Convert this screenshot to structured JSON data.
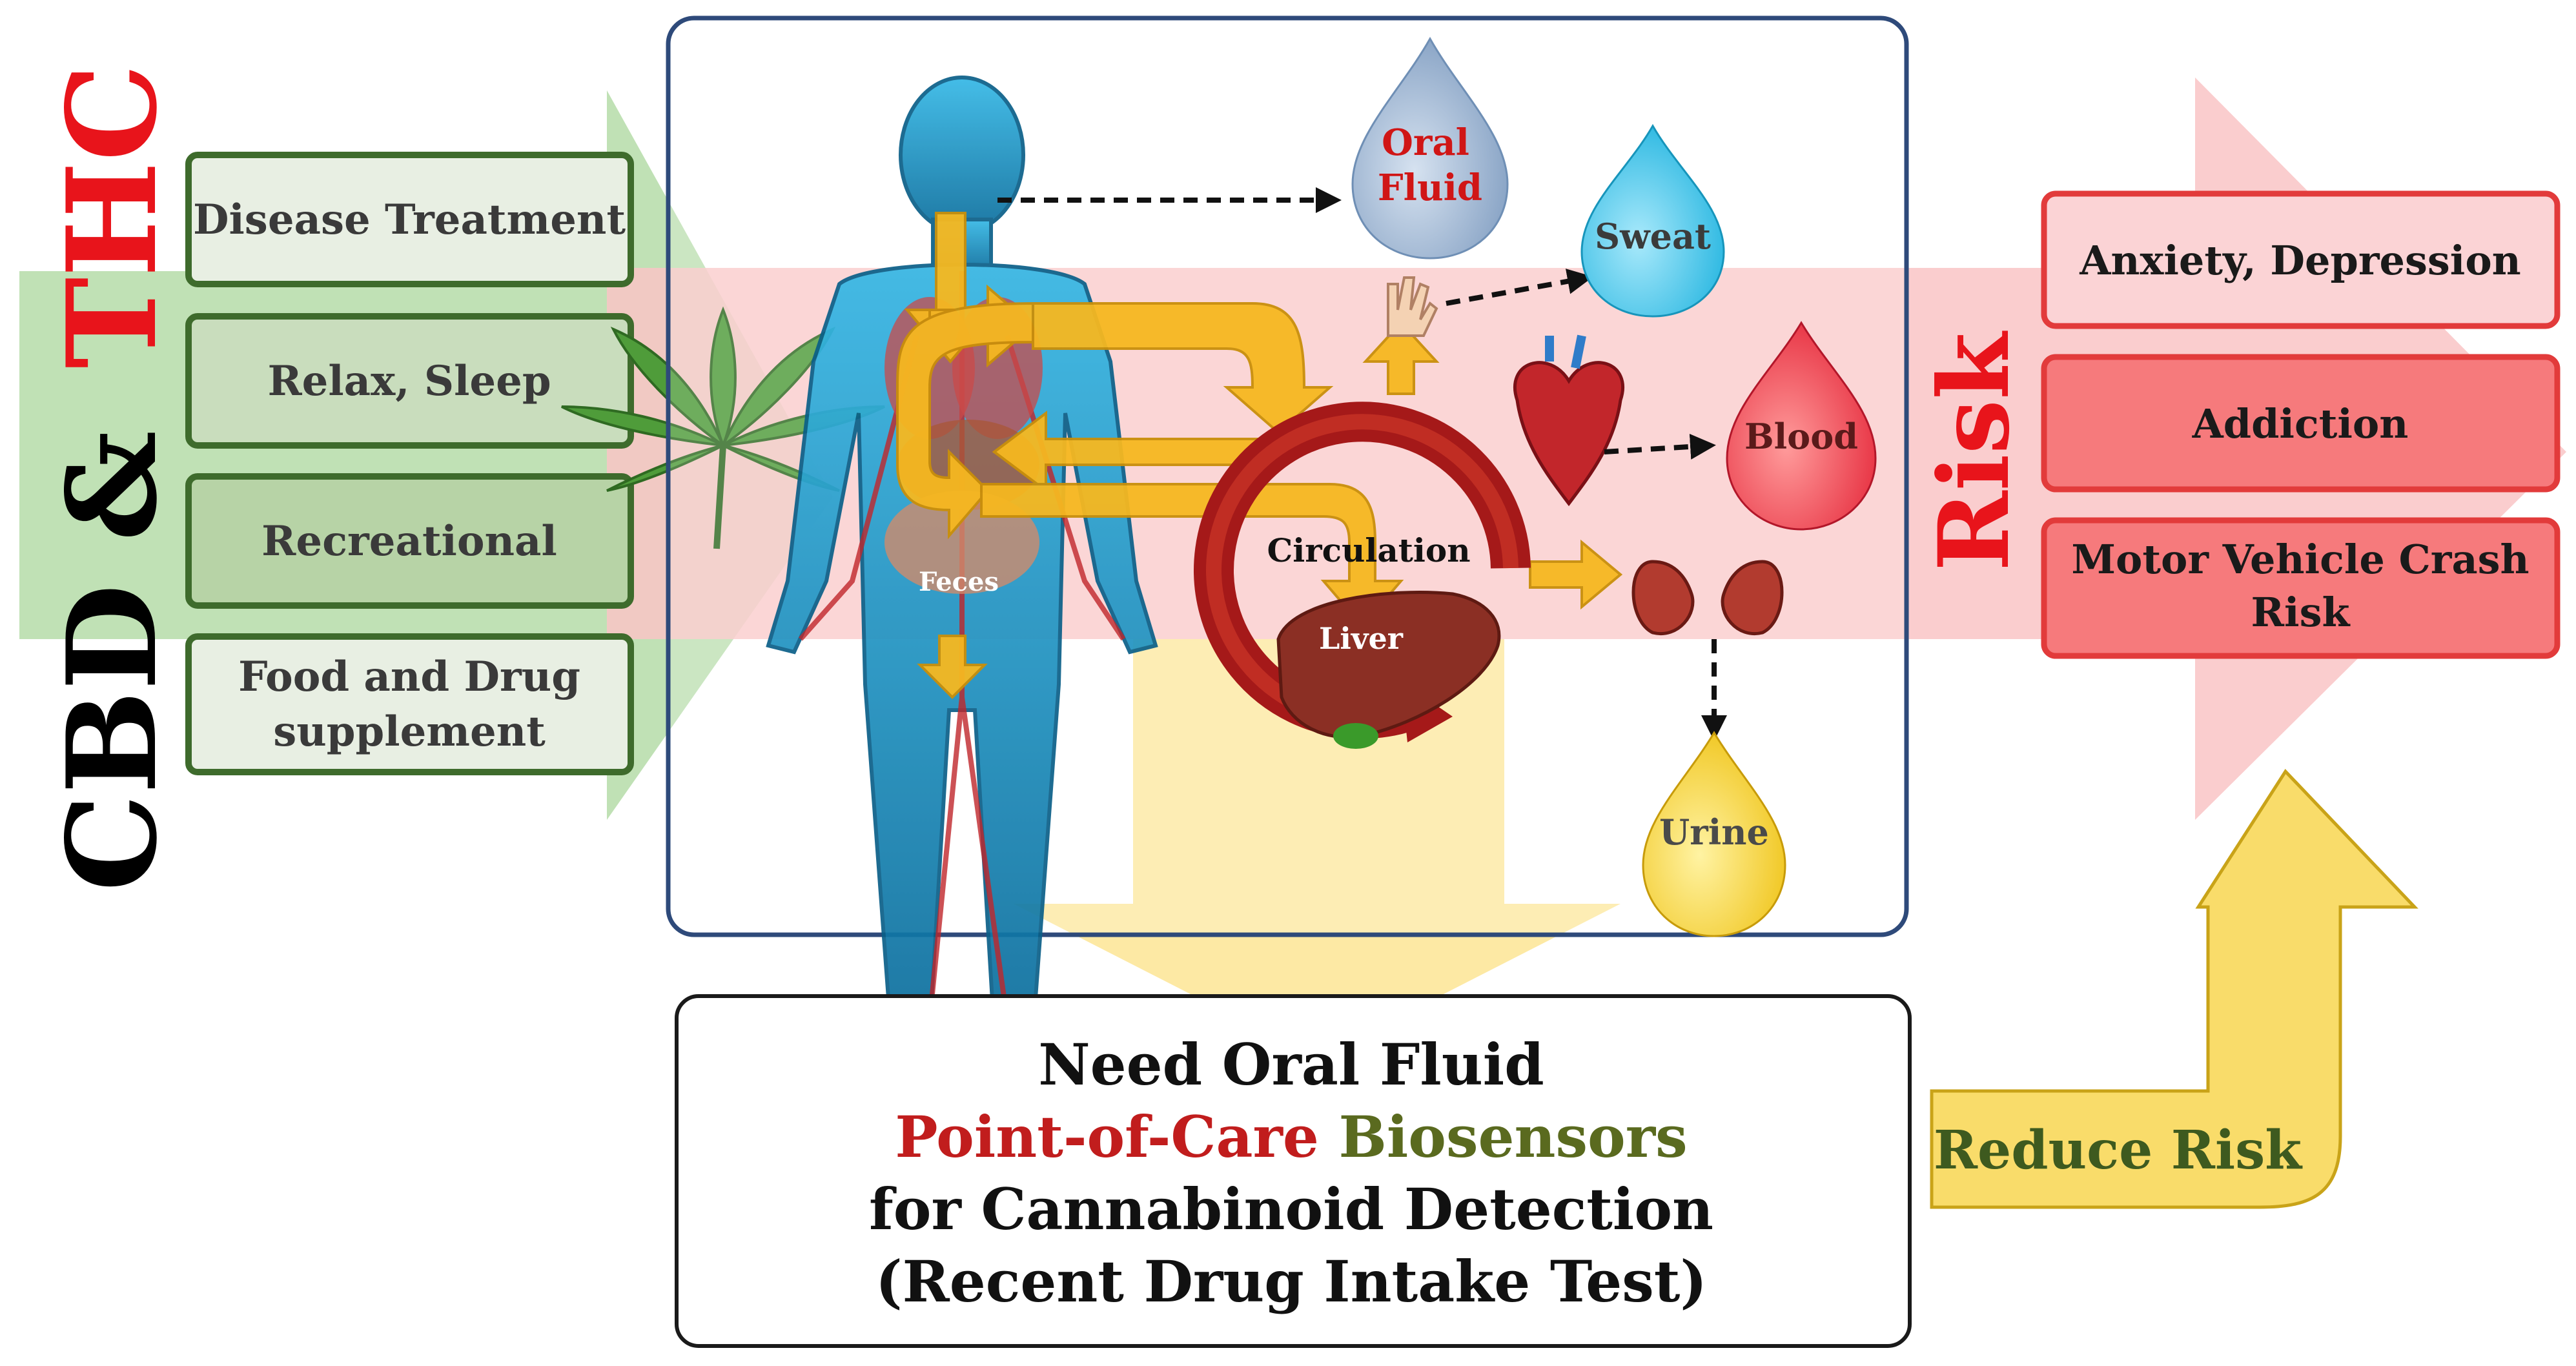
{
  "left_title": {
    "part1": "CBD &",
    "part2": "THC",
    "color_part1": "#000000",
    "color_part2": "#e8141b"
  },
  "uses": [
    {
      "label": "Disease Treatment"
    },
    {
      "label": "Relax, Sleep"
    },
    {
      "label": "Recreational"
    },
    {
      "label_line1": "Food and Drug",
      "label_line2": "supplement"
    }
  ],
  "fluids": {
    "oral_line1": "Oral",
    "oral_line2": "Fluid",
    "sweat": "Sweat",
    "blood": "Blood",
    "urine": "Urine"
  },
  "body_labels": {
    "circulation": "Circulation",
    "liver": "Liver",
    "feces": "Feces"
  },
  "risk": {
    "title": "Risk",
    "items": [
      {
        "label": "Anxiety, Depression"
      },
      {
        "label": "Addiction"
      },
      {
        "label_line1": "Motor Vehicle Crash",
        "label_line2": "Risk"
      }
    ]
  },
  "need_box": {
    "line1": "Need Oral Fluid",
    "line2_part1": "Point-of-Care ",
    "line2_part2": "Biosensors",
    "line3": "for Cannabinoid Detection",
    "line4": "(Recent Drug Intake Test)"
  },
  "reduce_risk": "Reduce Risk",
  "colors": {
    "green_arrow": "#b5dca8",
    "pink_band": "#f9c4c6",
    "yellow_arrow": "#fde79a",
    "box_green": "#3e6b2c",
    "center_border": "#2e4a7a",
    "risk_red": "#e23b3b",
    "flow_yellow": "#f6b820",
    "circulation_red": "#a51919",
    "point_of_care": "#c11d1d",
    "biosensors": "#5a6a1f"
  }
}
